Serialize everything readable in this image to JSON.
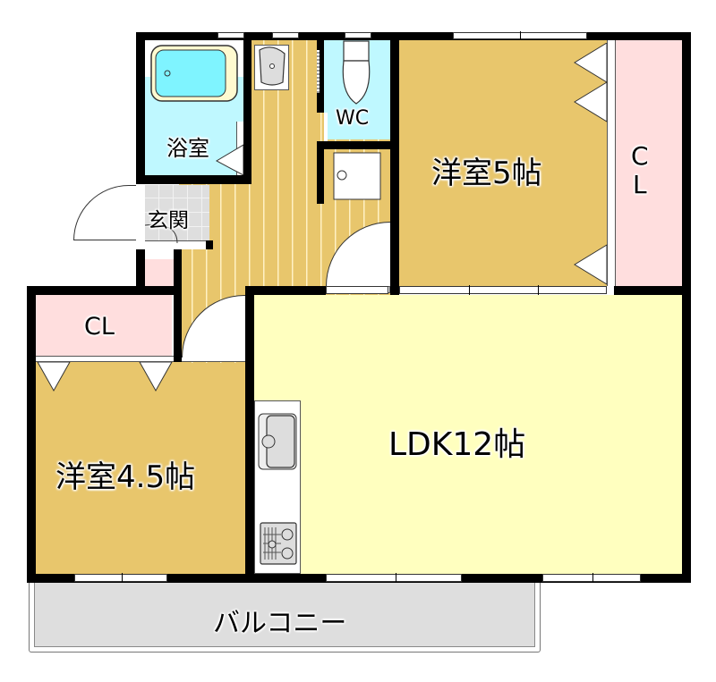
{
  "floorplan": {
    "layout_type": "2LDK",
    "rooms": {
      "bathroom": {
        "label": "浴室",
        "color": "#bff8ff"
      },
      "toilet": {
        "label": "WC",
        "color": "#bff8ff"
      },
      "entrance": {
        "label": "玄関",
        "color": "#dedede"
      },
      "western_room_5": {
        "label": "洋室5帖",
        "color": "#e8c66c"
      },
      "closet_right": {
        "label_line1": "C",
        "label_line2": "L",
        "color": "#ffdede"
      },
      "closet_left": {
        "label": "CL",
        "color": "#ffdede"
      },
      "western_room_45": {
        "label": "洋室4.5帖",
        "color": "#e8c66c"
      },
      "ldk": {
        "label": "LDK12帖",
        "color": "#ffffbf"
      },
      "balcony": {
        "label": "バルコニー",
        "color": "#dedede"
      },
      "hallway": {
        "color": "#e8c66c"
      }
    },
    "fixtures": [
      "bathtub-icon",
      "washbasin-icon",
      "toilet-icon",
      "washing-machine-space-icon",
      "kitchen-sink-icon",
      "gas-stove-icon"
    ],
    "colors": {
      "wall": "#000000",
      "window": "#ffffff"
    }
  }
}
